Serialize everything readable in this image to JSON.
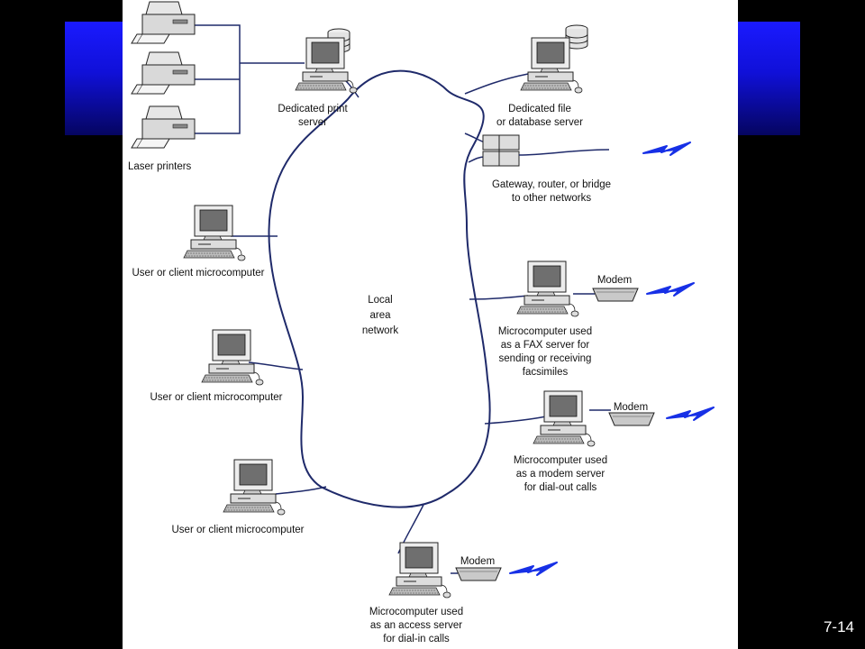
{
  "slide_number": "7-14",
  "labels": {
    "laser_printers": "Laser printers",
    "print_server": [
      "Dedicated print",
      "server"
    ],
    "file_server": [
      "Dedicated file",
      "or database server"
    ],
    "gateway": [
      "Gateway, router, or bridge",
      "to other networks"
    ],
    "lan": [
      "Local",
      "area",
      "network"
    ],
    "client": "User or client microcomputer",
    "modem": "Modem",
    "fax_server": [
      "Microcomputer used",
      "as a FAX server for",
      "sending or receiving",
      "facsimiles"
    ],
    "modem_server": [
      "Microcomputer used",
      "as a modem server",
      "for dial-out calls"
    ],
    "access_server": [
      "Microcomputer used",
      "as an access server",
      "for dial-in calls"
    ]
  },
  "colors": {
    "network_line": "#1f2a6a",
    "title_band": "#1a1aff",
    "background": "#000000"
  }
}
